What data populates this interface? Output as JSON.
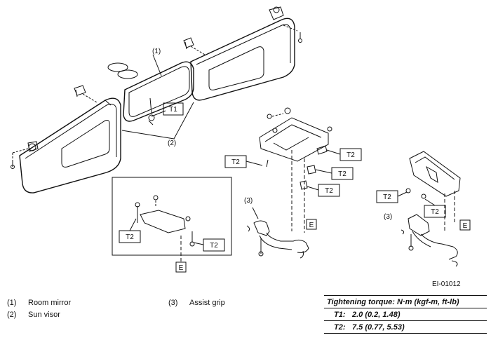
{
  "figure": {
    "code": "EI-01012",
    "callouts": {
      "c1": "(1)",
      "c2": "(2)",
      "c3a": "(3)",
      "c3b": "(3)"
    },
    "torque_labels": {
      "t1": "T1",
      "t2_center": "T2",
      "t2_left": "T2",
      "t2_bracket_a": "T2",
      "t2_bracket_b": "T2",
      "t2_inset_a": "T2",
      "t2_inset_b": "T2",
      "t2_right_a": "T2",
      "t2_right_b": "T2"
    },
    "view_markers": {
      "e_inset": "E",
      "e_center": "E",
      "e_right": "E"
    }
  },
  "legend": [
    {
      "num": "(1)",
      "label": "Room mirror"
    },
    {
      "num": "(2)",
      "label": "Sun visor"
    },
    {
      "num": "(3)",
      "label": "Assist grip"
    }
  ],
  "torque_table": {
    "title": "Tightening torque: N·m (kgf-m, ft-lb)",
    "rows": [
      {
        "key": "T1:",
        "value": "2.0 (0.2, 1.48)"
      },
      {
        "key": "T2:",
        "value": "7.5 (0.77, 5.53)"
      }
    ]
  }
}
